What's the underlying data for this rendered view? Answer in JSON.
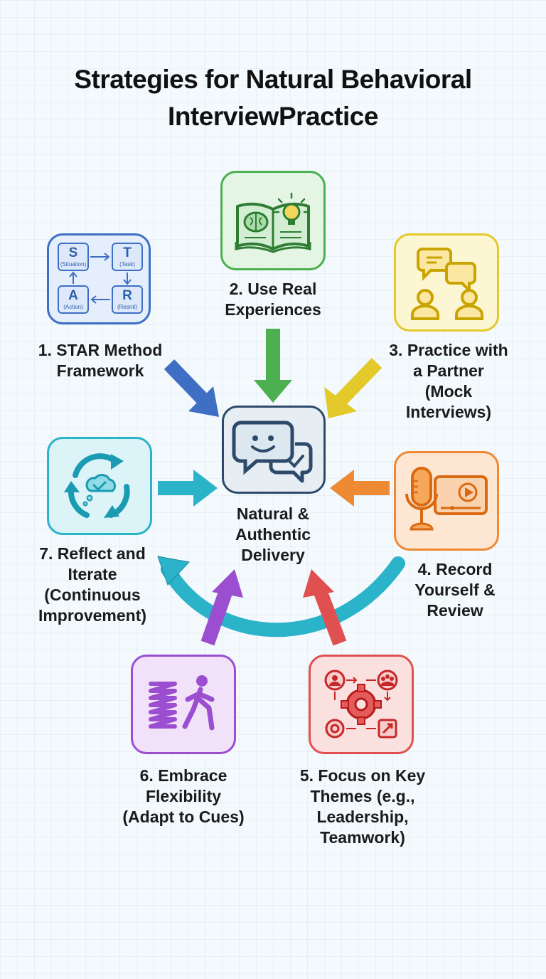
{
  "title": {
    "line1": "Strategies for Natural Behavioral",
    "line2": "InterviewPractice"
  },
  "center": {
    "line1": "Natural &",
    "line2": "Authentic",
    "line3": "Delivery",
    "color": "#2e4a6b"
  },
  "strategies": {
    "s1": {
      "lines": [
        "1. STAR Method",
        "Framework"
      ],
      "color": "#3f6fc4",
      "cells": [
        {
          "letter": "S",
          "word": "(Situation)"
        },
        {
          "letter": "T",
          "word": "(Task)"
        },
        {
          "letter": "A",
          "word": "(Action)"
        },
        {
          "letter": "R",
          "word": "(Resnit)"
        }
      ]
    },
    "s2": {
      "lines": [
        "2. Use Real",
        "Experiences"
      ],
      "color": "#4caf50"
    },
    "s3": {
      "lines": [
        "3. Practice with",
        "a Partner",
        "(Mock",
        "Interviews)"
      ],
      "color": "#e3c92a"
    },
    "s4": {
      "lines": [
        "4. Record",
        "Yourself &",
        "Review"
      ],
      "color": "#ef8a34"
    },
    "s5": {
      "lines": [
        "5. Focus on Key",
        "Themes (e.g.,",
        "Leadership,",
        "Teamwork)"
      ],
      "color": "#e05050"
    },
    "s6": {
      "lines": [
        "6. Embrace",
        "Flexibility",
        "(Adapt to Cues)"
      ],
      "color": "#9b4fd0"
    },
    "s7": {
      "lines": [
        "7. Reflect and",
        "Iterate",
        "(Continuous",
        "Improvement)"
      ],
      "color": "#2bb3c9"
    }
  }
}
